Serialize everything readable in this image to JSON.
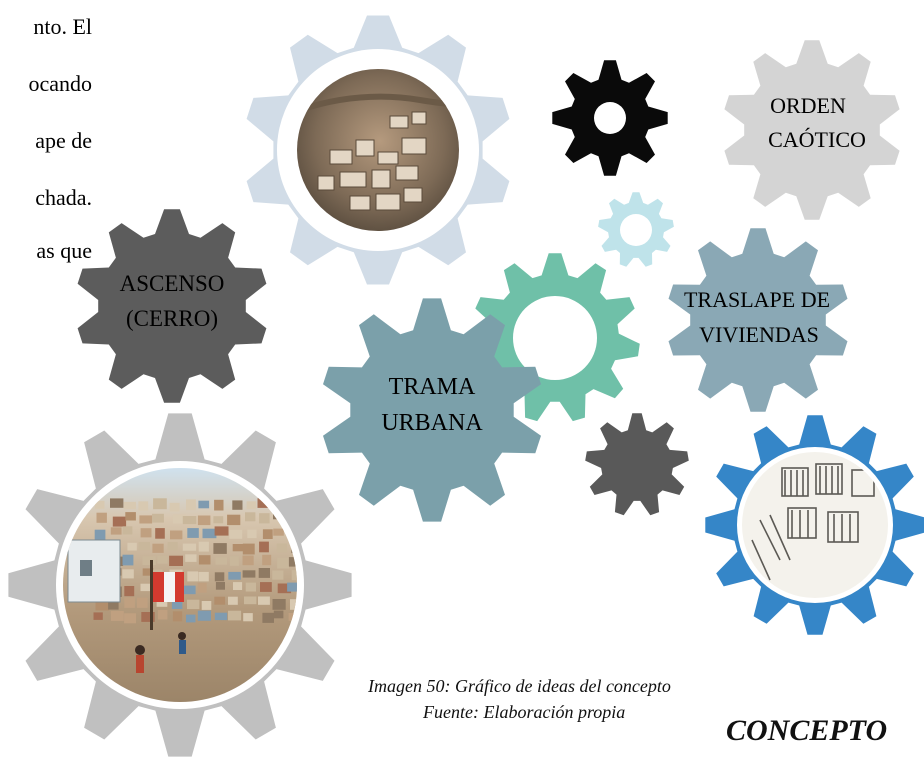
{
  "paragraph_lines": [
    "nto. El",
    "ocando",
    "ape de",
    "chada.",
    "as que"
  ],
  "gears": [
    {
      "id": "top-photo-gear",
      "color": "#d1dce7",
      "label": [],
      "photo": "aerial view of hillside houses"
    },
    {
      "id": "small-black-gear",
      "color": "#0a0a0a",
      "label": []
    },
    {
      "id": "orden-caotico-gear",
      "color": "#d4d4d4",
      "label": [
        "ORDEN",
        "CAÓTICO"
      ]
    },
    {
      "id": "small-light-blue-gear",
      "color": "#bfe3ea",
      "label": []
    },
    {
      "id": "ascenso-gear",
      "color": "#5c5c5c",
      "label": [
        "ASCENSO",
        "(CERRO)"
      ]
    },
    {
      "id": "green-ring-gear",
      "color": "#6fc0a8",
      "label": []
    },
    {
      "id": "traslape-gear",
      "color": "#8aa8b5",
      "label": [
        "TRASLAPE DE",
        "VIVIENDAS"
      ]
    },
    {
      "id": "trama-urbana-gear",
      "color": "#7ba0aa",
      "label": [
        "TRAMA",
        "URBANA"
      ]
    },
    {
      "id": "small-dark-gray-gear",
      "color": "#595959",
      "label": []
    },
    {
      "id": "blue-sketch-gear",
      "color": "#3586c8",
      "label": [],
      "photo": "pencil sketch of stacked dwellings"
    },
    {
      "id": "bottom-photo-gear",
      "color": "#c0c0c0",
      "label": [],
      "photo": "hillside settlement with peruvian flag"
    }
  ],
  "caption": {
    "line1": "Imagen 50:  Gráfico de ideas del concepto",
    "line2": "Fuente: Elaboración propia"
  },
  "heading": "CONCEPTO"
}
